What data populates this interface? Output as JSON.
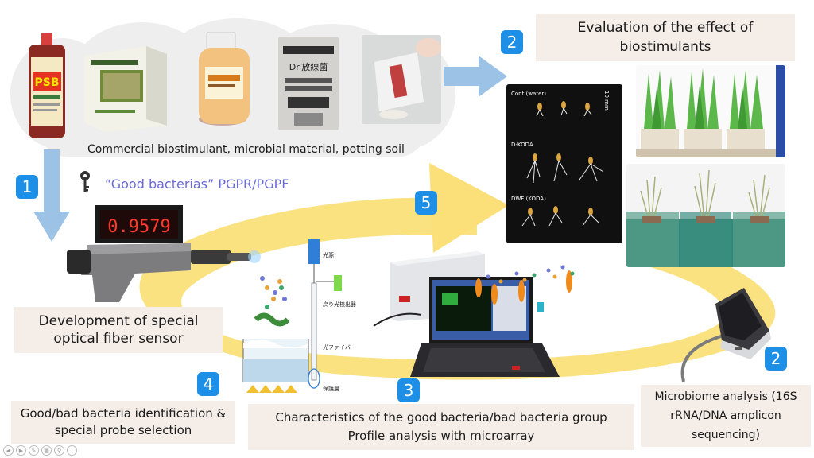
{
  "labels": {
    "commercial": "Commercial biostimulant, microbial material, potting soil",
    "good_bacteria": "“Good bacterias” PGPR/PGPF",
    "evaluation": "Evaluation of the effect of biostimulants",
    "sensor": "Development of special optical fiber sensor",
    "identification": "Good/bad bacteria identification & special probe selection",
    "characteristics_line1": "Characteristics of the good bacteria/bad bacteria group",
    "characteristics_line2": "Profile analysis with microarray",
    "microbiome": "Microbiome analysis (16S rRNA/DNA amplicon sequencing)"
  },
  "badges": {
    "b1": "1",
    "b2_top": "2",
    "b2_bottom": "2",
    "b3": "3",
    "b4": "4",
    "b5": "5"
  },
  "sensor_display": "0.9579",
  "fiber_diagram": {
    "light_source": "光源",
    "detector": "戻り光検出器",
    "fiber": "光ファイバー",
    "protective_layer": "保護層"
  },
  "seed_photo": {
    "row1": "Cont (water)",
    "row2": "D-KODA",
    "row3": "DWF (KODA)",
    "scale": "10 mm"
  },
  "product_text": {
    "psb": "PSB",
    "dr": "Dr.放線菌"
  },
  "colors": {
    "badge": "#1e8fe6",
    "label_bg": "#f4ede8",
    "big_arrow": "#fbe07a",
    "blue_arrow": "#9cc2e6",
    "good_bacteria_text": "#6a6ad8"
  }
}
